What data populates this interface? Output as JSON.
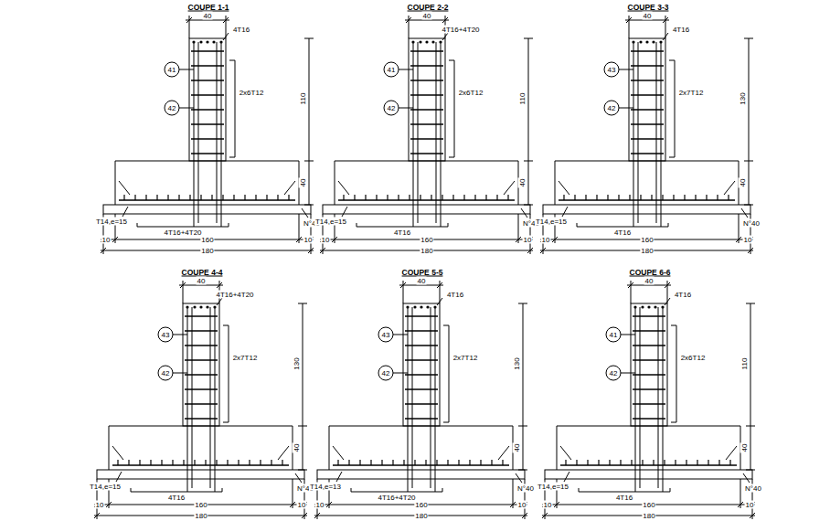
{
  "diagram": {
    "labels": [
      "COUPE 1-1",
      "40",
      "4T16",
      "41",
      "42",
      "2x6T12",
      "110",
      "40",
      "T14,e=15",
      "4T16+4T20",
      "N°40",
      "10",
      "160",
      "10",
      "180",
      "COUPE 2-2",
      "40",
      "4T16+4T20",
      "41",
      "42",
      "2x6T12",
      "110",
      "40",
      "T14,e=15",
      "4T16",
      "N°40",
      "10",
      "160",
      "10",
      "180",
      "COUPE 3-3",
      "40",
      "4T16",
      "43",
      "42",
      "2x7T12",
      "130",
      "40",
      "T14,e=15",
      "4T16",
      "N°40",
      "10",
      "160",
      "10",
      "180",
      "COUPE 4-4",
      "40",
      "4T16+4T20",
      "43",
      "42",
      "2x7T12",
      "130",
      "40",
      "T14,e=15",
      "4T16",
      "N°40",
      "10",
      "160",
      "10",
      "180",
      "COUPE 5-5",
      "40",
      "4T16",
      "43",
      "42",
      "2x7T12",
      "130",
      "40",
      "T14,e=13",
      "4T16+4T20",
      "N°40",
      "10",
      "160",
      "10",
      "180",
      "COUPE 6-6",
      "40",
      "4T16",
      "41",
      "42",
      "2x6T12",
      "110",
      "40",
      "T14,e=15",
      "4T16",
      "N°40",
      "10",
      "160",
      "10",
      "180"
    ]
  }
}
